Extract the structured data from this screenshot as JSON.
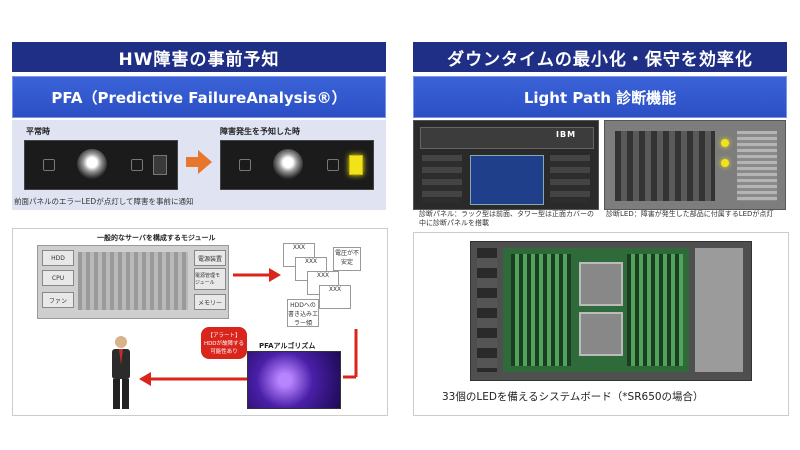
{
  "left": {
    "title": "HW障害の事前予知",
    "subtitle": "PFA（Predictive FailureAnalysis®）",
    "normal_label": "平常時",
    "predict_label": "障害発生を予知した時",
    "caption": "前面パネルのエラーLEDが点灯して障害を事前に通知",
    "modules_title": "一般的なサーバを構成するモジュール",
    "module_hdd": "HDD",
    "module_cpu": "CPU",
    "module_fan": "ファン",
    "module_psu": "電源装置",
    "module_vrm": "電源管理モジュール",
    "module_mem": "メモリー",
    "note_voltage": "電圧が不安定",
    "note_hdd_error": "HDDへの書き込みエラー傾",
    "stream_text": "XXX",
    "pfa_label": "PFAアルゴリズム",
    "alert_text": "【アラート】HDDが故障する可能性あり"
  },
  "right": {
    "title": "ダウンタイムの最小化・保守を効率化",
    "subtitle": "Light Path 診断機能",
    "brand": "IBM",
    "caption_panel": "診断パネル：ラック型は前面、タワー型は正面カバーの中に診断パネルを搭載",
    "caption_led": "診断LED：障害が発生した部品に付属するLEDが点灯",
    "board_caption": "33個のLEDを備えるシステムボード（*SR650の場合）"
  },
  "colors": {
    "dark_header": "#1f2f86",
    "mid_header": "#2c4fc4",
    "arrow_orange": "#e8762c",
    "arrow_red": "#d9251c",
    "led_yellow": "#f2e21a"
  }
}
